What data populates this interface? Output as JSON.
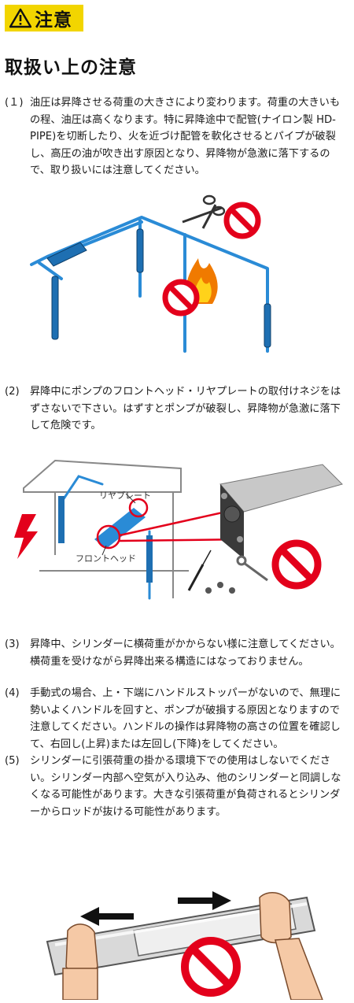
{
  "notice": {
    "label": "注意",
    "icon": "warning-triangle-icon"
  },
  "heading": "取扱い上の注意",
  "items": [
    {
      "num": "(１)",
      "text": "油圧は昇降させる荷重の大きさにより変わります。荷重の大きいもの程、油圧は高くなります。特に昇降途中で配管(ナイロン製 HD-PIPE)を切断したり、火を近づけ配管を軟化させるとパイプが破裂し、高圧の油が吹き出す原因となり、昇降物が急激に落下するので、取り扱いには注意してください。"
    },
    {
      "num": "(2)",
      "text": "昇降中にポンプのフロントヘッド・リヤプレートの取付けネジをはずさないで下さい。はずすとポンプが破裂し、昇降物が急激に落下して危険です。"
    },
    {
      "num": "(3)",
      "text": "昇降中、シリンダーに横荷重がかからない様に注意してください。横荷重を受けながら昇降出来る構造にはなっておりません。"
    },
    {
      "num": "(4)",
      "text": "手動式の場合、上・下端にハンドルストッパーがないので、無理に勢いよくハンドルを回すと、ポンプが破損する原因となりますので注意してください。ハンドルの操作は昇降物の高さの位置を確認して、右回し(上昇)または左回し(下降)をしてください。"
    },
    {
      "num": "(5)",
      "text": "シリンダーに引張荷重の掛かる環境下での使用はしないでください。シリンダー内部へ空気が入り込み、他のシリンダーと同調しなくなる可能性があります。大きな引張荷重が負荷されるとシリンダーからロッドが抜ける可能性があります。"
    }
  ],
  "figure2": {
    "label_rear": "リヤプレート",
    "label_front": "フロントヘッド"
  },
  "colors": {
    "accent": "#f2d500",
    "prohibit": "#e3001b",
    "pipe": "#2a8bd6"
  }
}
